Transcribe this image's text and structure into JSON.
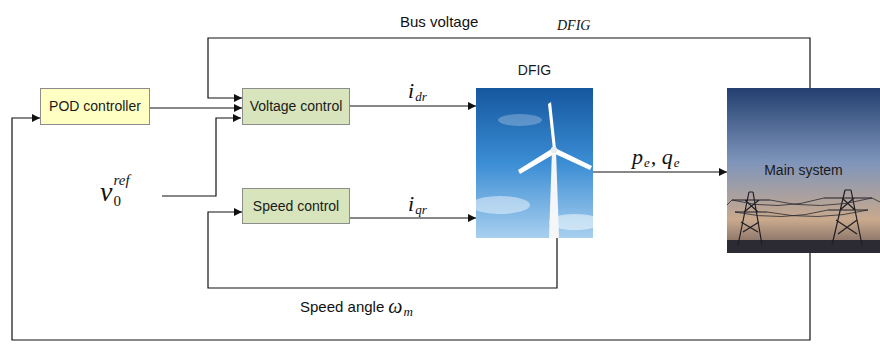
{
  "diagram": {
    "nodes": [
      {
        "text": [
          "POD controller"
        ]
      },
      {
        "text": [
          "Voltage control"
        ]
      },
      {
        "text": [
          "Speed control"
        ]
      },
      {
        "text": [
          "DFIG"
        ]
      },
      {
        "text": [
          "Main system"
        ]
      }
    ],
    "edges": [
      {
        "from": 0,
        "to": 1,
        "arrow": "to"
      },
      {
        "from": 1,
        "to": 3,
        "label": "i",
        "arrow": "to"
      },
      {
        "from": 2,
        "to": 3,
        "label": "i",
        "arrow": "to"
      },
      {
        "from": 3,
        "to": 4,
        "label": "p",
        "arrow": "to"
      },
      {
        "from": 4,
        "to": 1,
        "label": "Bus voltage",
        "arrow": "to"
      },
      {
        "from": 3,
        "to": 2,
        "label": "Speed angle",
        "arrow": "to"
      },
      {
        "from": 4,
        "to": 0,
        "arrow": "to"
      }
    ],
    "labels": [
      "DFIG",
      "v",
      "0",
      "ref",
      "dr",
      "qr",
      "e",
      ", q",
      "e",
      "ω",
      "m"
    ]
  }
}
